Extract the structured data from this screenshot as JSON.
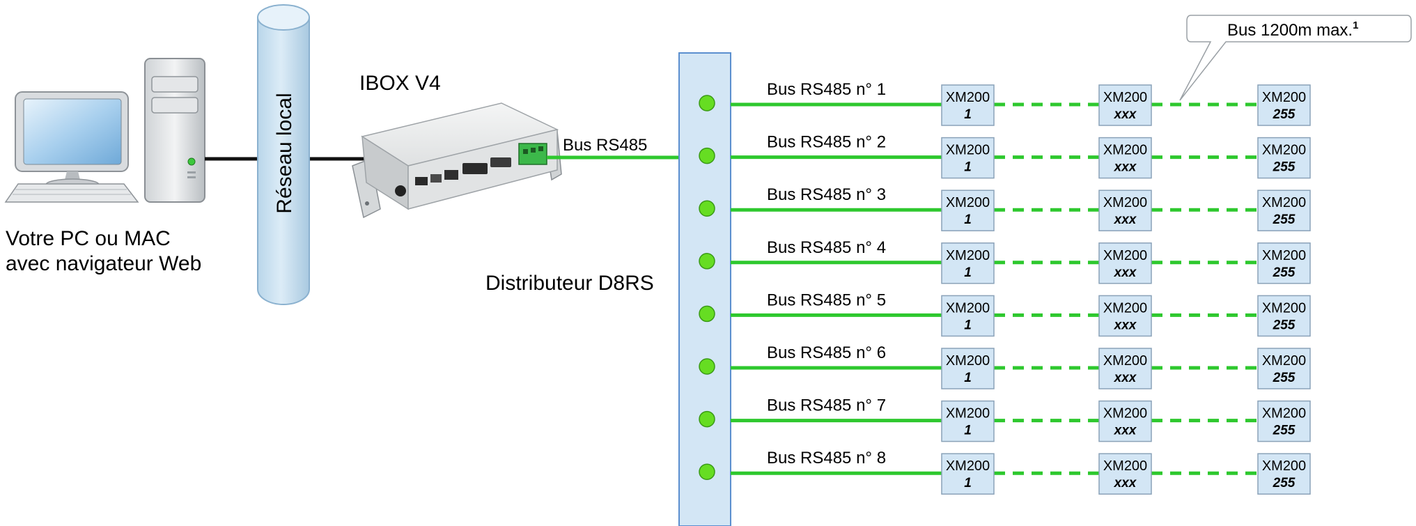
{
  "labels": {
    "pc_line1": "Votre PC ou MAC",
    "pc_line2": "avec navigateur Web",
    "network": "Réseau local",
    "ibox": "IBOX V4",
    "rs485_main": "Bus RS485",
    "distributor": "Distributeur D8RS",
    "callout_text": "Bus 1200m max.",
    "callout_footnote": "1"
  },
  "buses": [
    {
      "label": "Bus RS485 n° 1"
    },
    {
      "label": "Bus RS485 n° 2"
    },
    {
      "label": "Bus RS485 n° 3"
    },
    {
      "label": "Bus RS485 n° 4"
    },
    {
      "label": "Bus RS485 n° 5"
    },
    {
      "label": "Bus RS485 n° 6"
    },
    {
      "label": "Bus RS485 n° 7"
    },
    {
      "label": "Bus RS485 n° 8"
    }
  ],
  "devices": [
    {
      "model": "XM200",
      "address": "1"
    },
    {
      "model": "XM200",
      "address": "xxx"
    },
    {
      "model": "XM200",
      "address": "255"
    }
  ],
  "colors": {
    "bus_green": "#2ec82e",
    "led_green": "#66dd22",
    "panel_blue": "#d3e6f5",
    "panel_border": "#5b8fcf",
    "wire_black": "#111111"
  }
}
